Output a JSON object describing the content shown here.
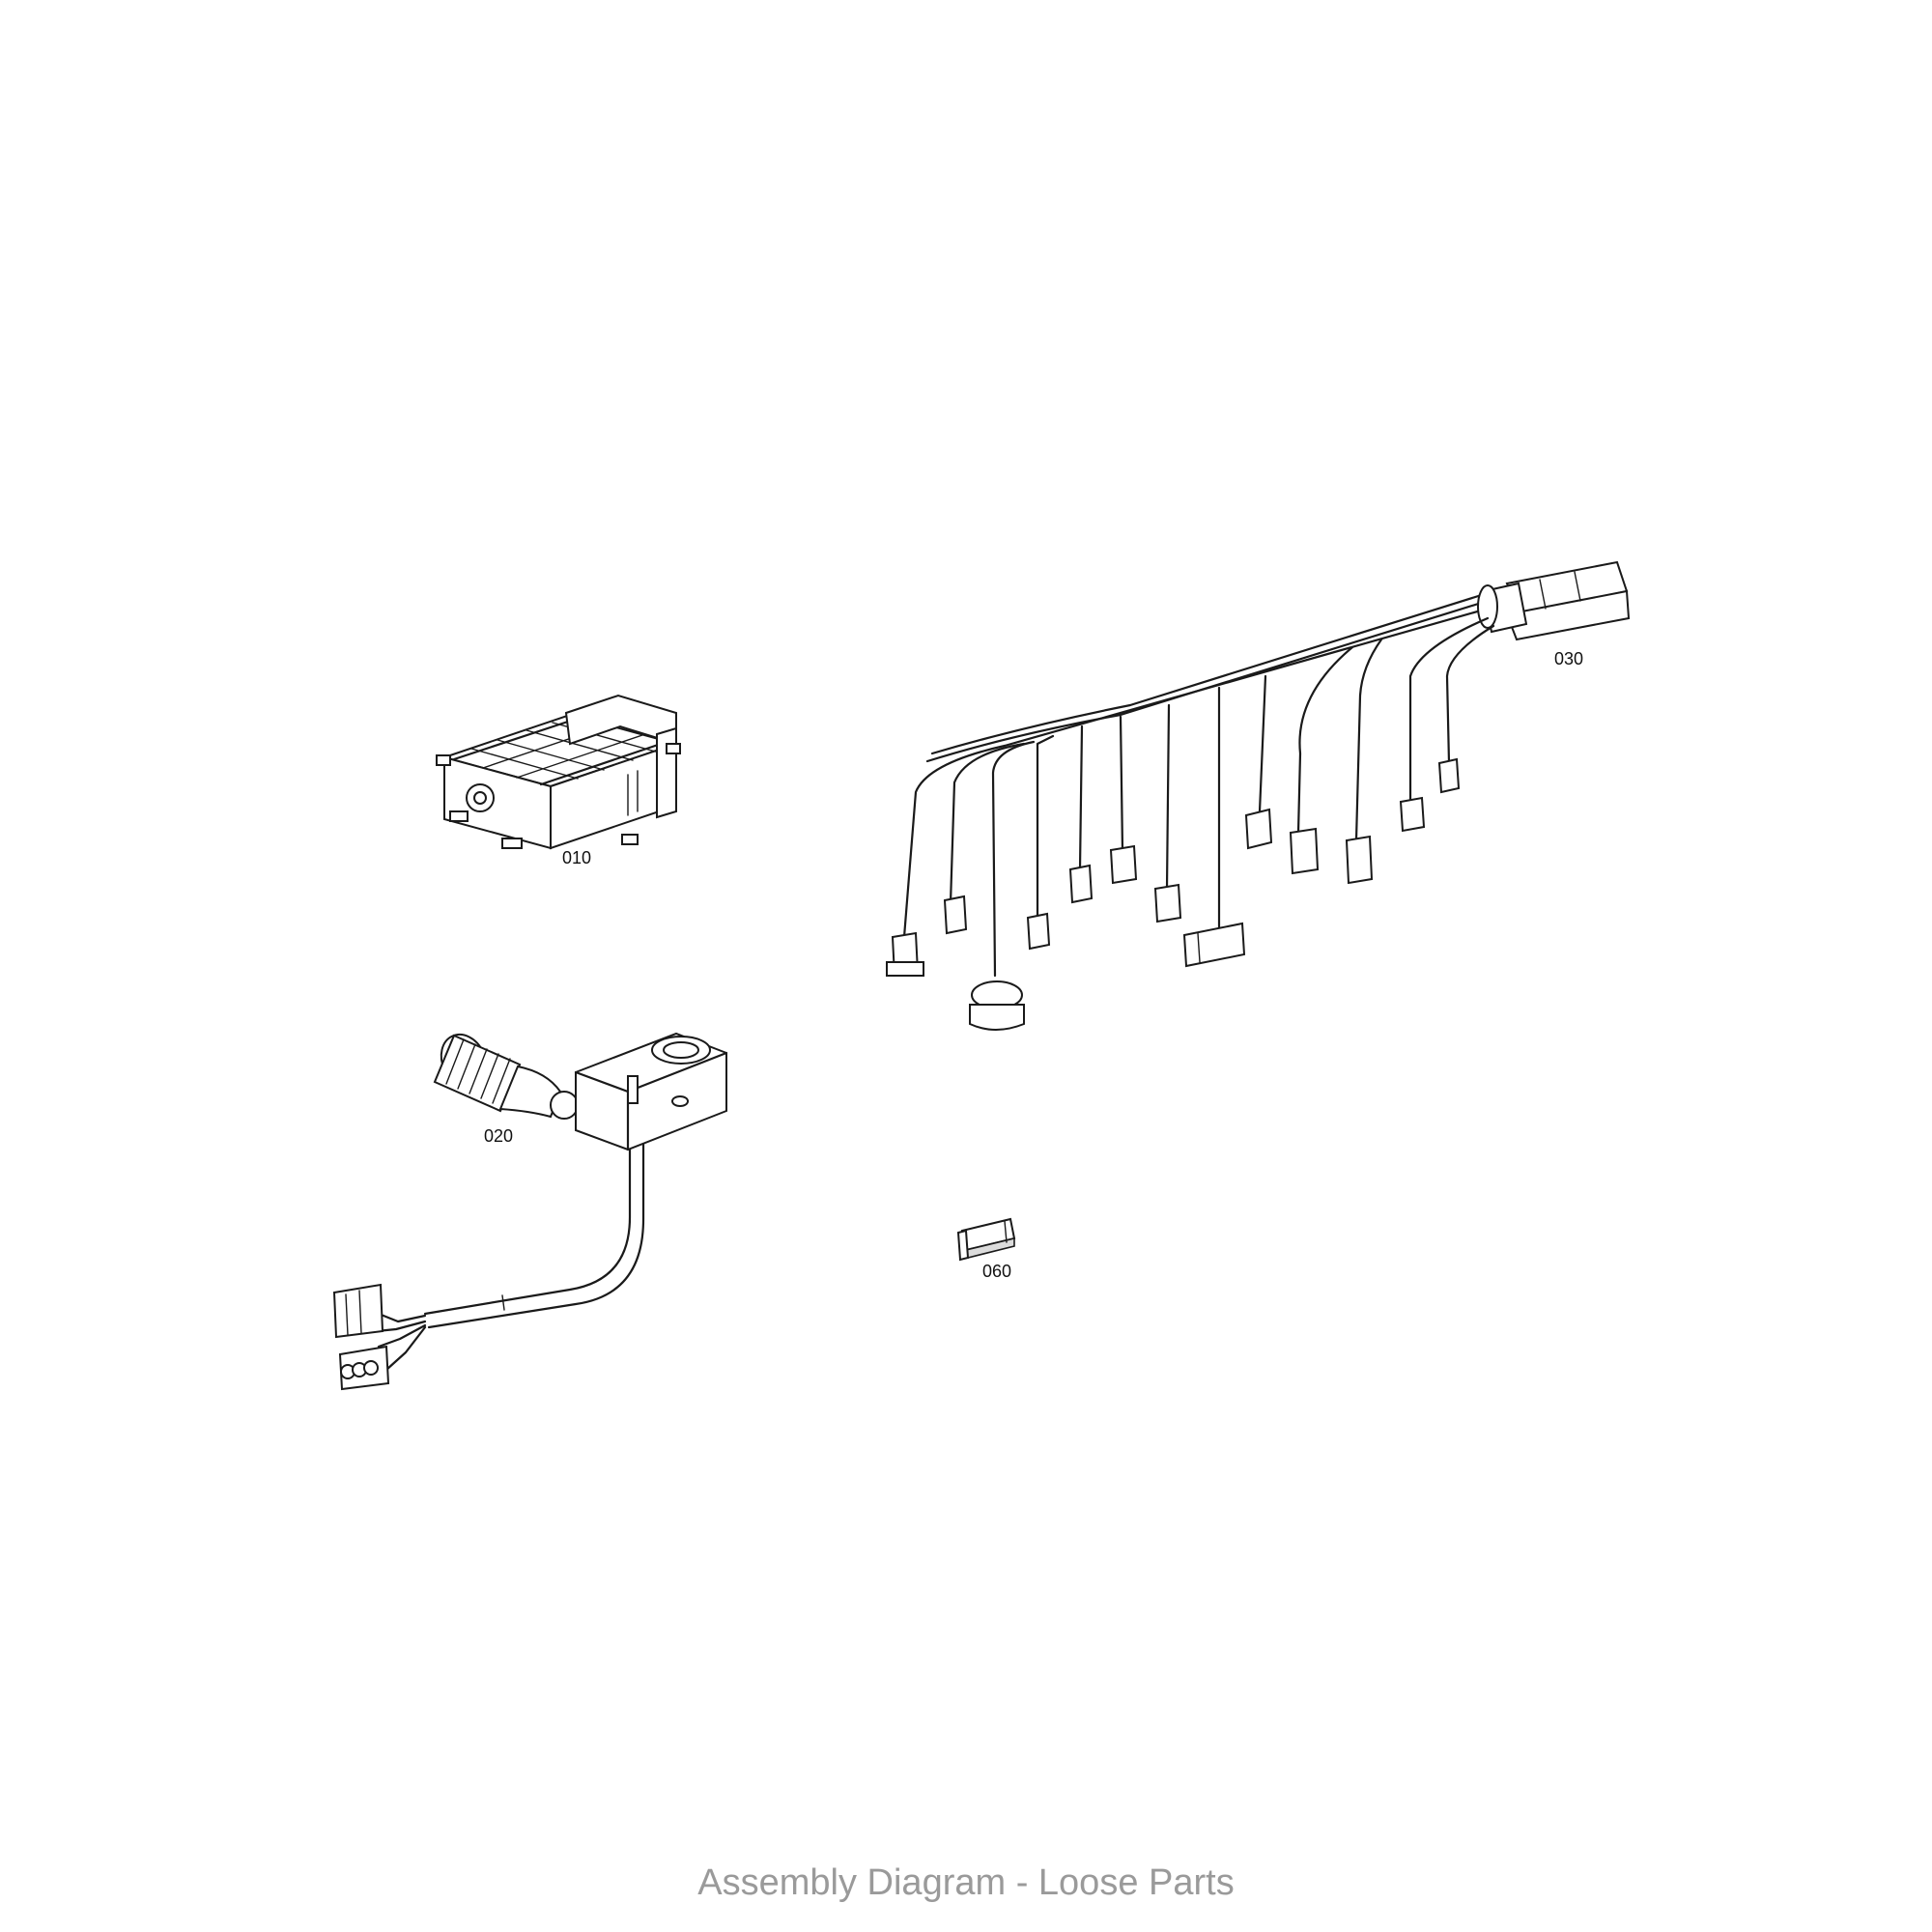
{
  "parts": [
    {
      "id": "010",
      "label": "010"
    },
    {
      "id": "020",
      "label": "020"
    },
    {
      "id": "030",
      "label": "030"
    },
    {
      "id": "060",
      "label": "060"
    }
  ],
  "footer": {
    "caption": "Assembly Diagram - Loose Parts",
    "color": "#9a9a9a"
  }
}
